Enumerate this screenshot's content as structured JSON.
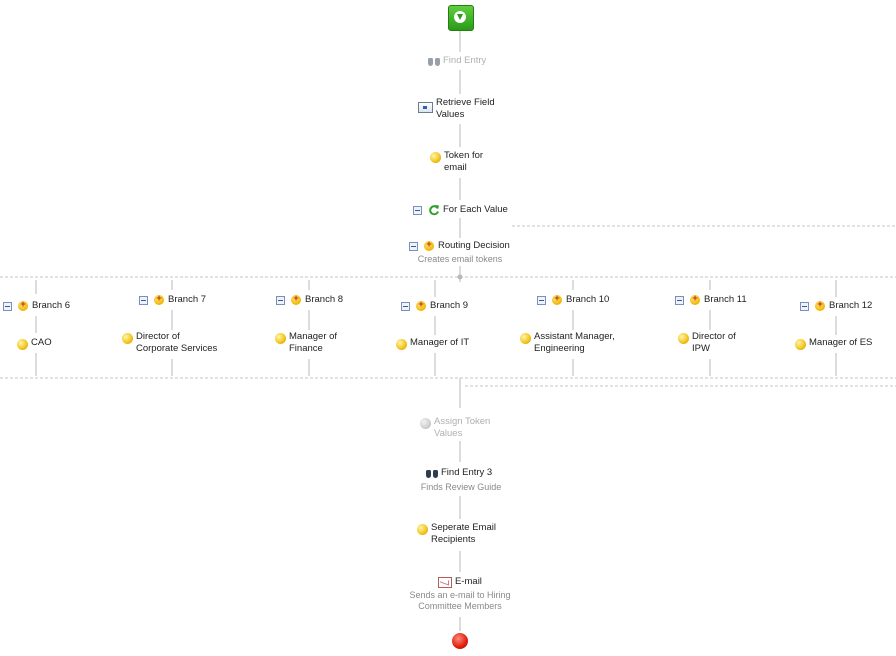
{
  "workflow": {
    "find_entry": "Find Entry",
    "retrieve_field_values": [
      "Retrieve Field",
      "Values"
    ],
    "token_for_email": [
      "Token for",
      "email"
    ],
    "for_each_value": "For Each Value",
    "routing_decision": "Routing Decision",
    "routing_decision_desc": "Creates email tokens",
    "branches": [
      {
        "name": "Branch 6",
        "token": [
          "CAO"
        ]
      },
      {
        "name": "Branch 7",
        "token": [
          "Director of",
          "Corporate Services"
        ]
      },
      {
        "name": "Branch 8",
        "token": [
          "Manager of",
          "Finance"
        ]
      },
      {
        "name": "Branch 9",
        "token": [
          "Manager of IT"
        ]
      },
      {
        "name": "Branch 10",
        "token": [
          "Assistant Manager,",
          "Engineering"
        ]
      },
      {
        "name": "Branch 11",
        "token": [
          "Director of",
          "IPW"
        ]
      },
      {
        "name": "Branch 12",
        "token": [
          "Manager of ES"
        ]
      }
    ],
    "assign_token_values": [
      "Assign Token",
      "Values"
    ],
    "find_entry_3": "Find Entry 3",
    "find_entry_3_desc": "Finds Review Guide",
    "separate_email_recipients": [
      "Seperate Email",
      "Recipients"
    ],
    "email": "E-mail",
    "email_desc": [
      "Sends an e-mail to Hiring",
      "Committee Members"
    ]
  },
  "icons": {
    "start": "start-arrow-icon",
    "stop": "stop-icon",
    "find": "binoculars-icon",
    "retrieve": "retrieve-fields-icon",
    "token": "token-icon",
    "loop": "loop-icon",
    "decision": "routing-decision-icon",
    "collapse": "collapse-toggle-icon",
    "mail": "email-icon"
  },
  "colors": {
    "start": "#3bb52a",
    "stop": "#e01d0a",
    "token": "#f2c21a",
    "connector": "#b8b8b8",
    "dimmed_text": "#b0b0b0",
    "description_text": "#8a8a8a"
  }
}
